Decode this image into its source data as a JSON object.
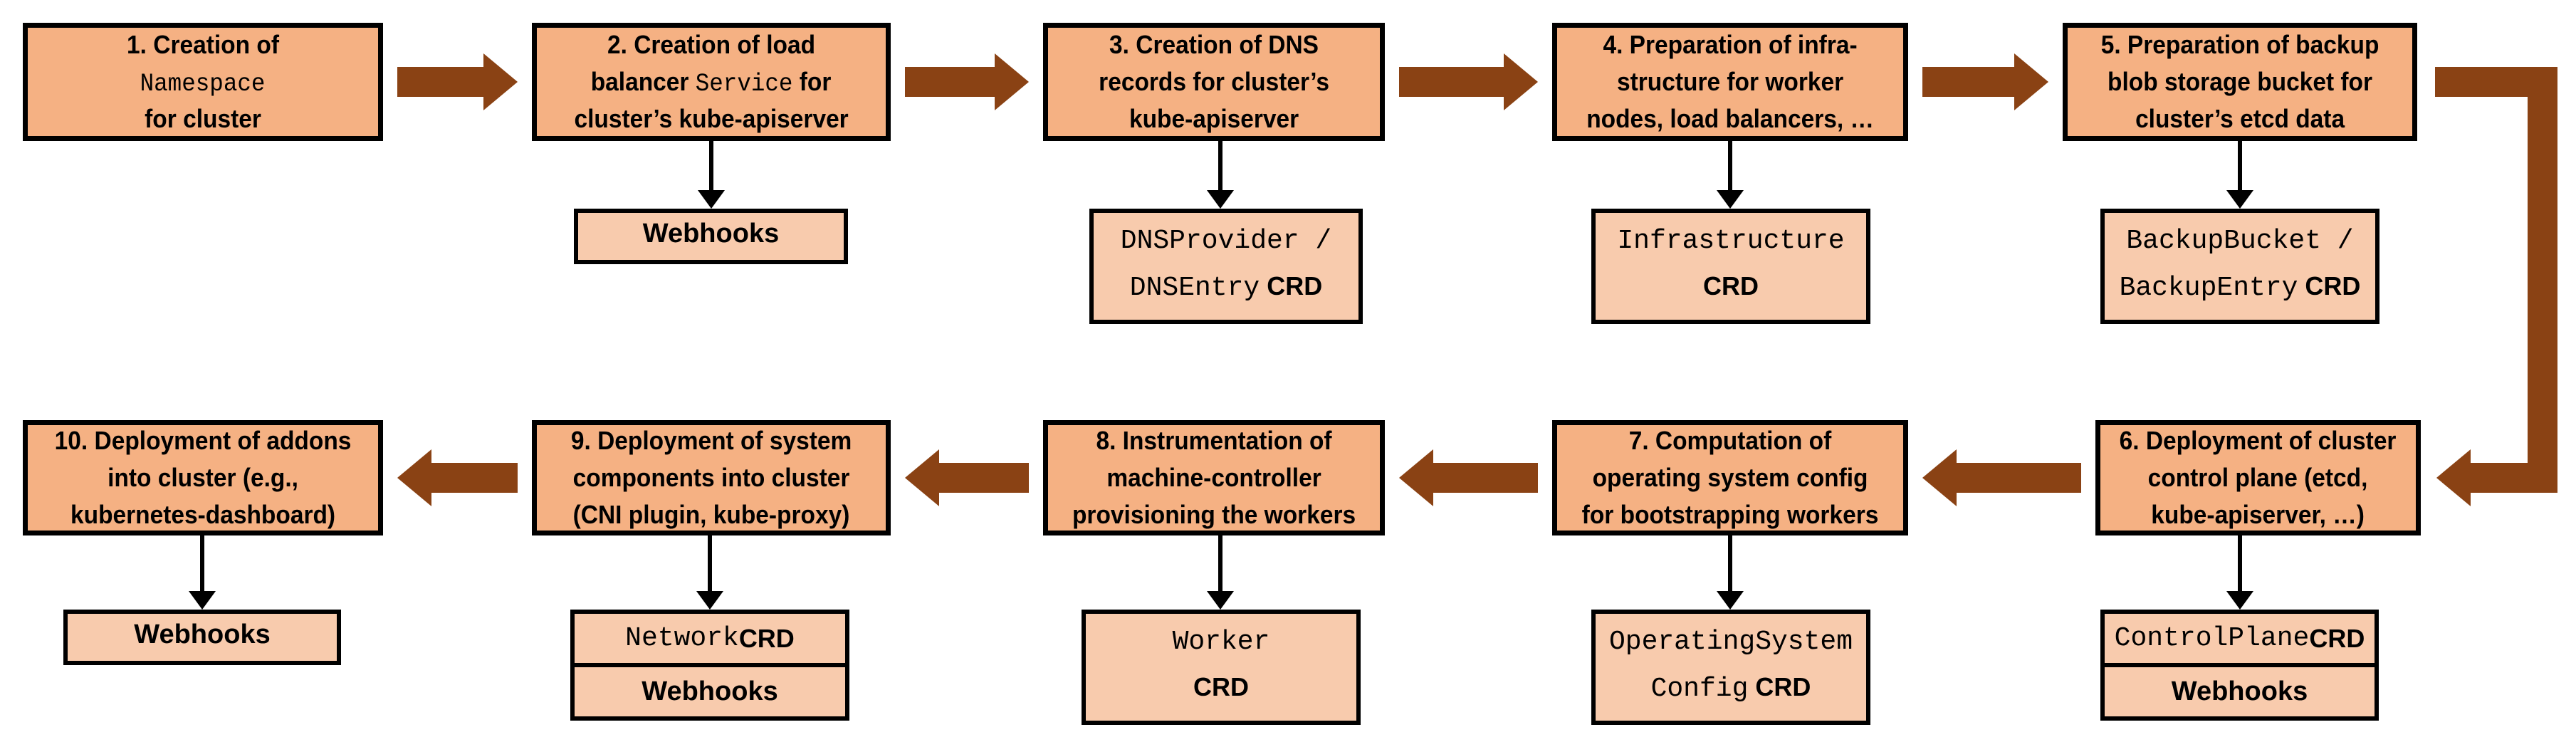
{
  "colors": {
    "box-fill": "#F5B183",
    "sub-fill": "#F8CBAD",
    "arrow": "#8A4214",
    "line": "#000000"
  },
  "steps": [
    {
      "box": {
        "lines": [
          {
            "segs": [
              {
                "f": "sans",
                "text": "1. Creation of"
              }
            ]
          },
          {
            "segs": [
              {
                "f": "mono",
                "text": "Namespace"
              }
            ]
          },
          {
            "segs": [
              {
                "f": "sans",
                "text": "for cluster"
              }
            ]
          }
        ]
      }
    },
    {
      "box": {
        "lines": [
          {
            "segs": [
              {
                "f": "sans",
                "text": "2. Creation of load"
              }
            ]
          },
          {
            "segs": [
              {
                "f": "sans",
                "text": "balancer "
              },
              {
                "f": "mono",
                "text": "Service"
              },
              {
                "f": "sans",
                "text": " for"
              }
            ]
          },
          {
            "segs": [
              {
                "f": "sans",
                "text": "cluster’s kube-apiserver"
              }
            ]
          }
        ]
      },
      "sub": {
        "cells": [
          {
            "lines": [
              {
                "segs": [
                  {
                    "f": "bold",
                    "text": "Webhooks"
                  }
                ]
              }
            ]
          }
        ]
      }
    },
    {
      "box": {
        "lines": [
          {
            "segs": [
              {
                "f": "sans",
                "text": "3. Creation of DNS"
              }
            ]
          },
          {
            "segs": [
              {
                "f": "sans",
                "text": "records for cluster’s"
              }
            ]
          },
          {
            "segs": [
              {
                "f": "sans",
                "text": "kube-apiserver"
              }
            ]
          }
        ]
      },
      "sub": {
        "cells": [
          {
            "lines": [
              {
                "segs": [
                  {
                    "f": "mono",
                    "text": "DNSProvider /"
                  }
                ]
              },
              {
                "segs": [
                  {
                    "f": "mono",
                    "text": "DNSEntry"
                  },
                  {
                    "f": "crd-bold",
                    "text": " CRD"
                  }
                ]
              }
            ]
          }
        ]
      }
    },
    {
      "box": {
        "lines": [
          {
            "segs": [
              {
                "f": "sans",
                "text": "4. Preparation of infra-"
              }
            ]
          },
          {
            "segs": [
              {
                "f": "sans",
                "text": "structure for worker"
              }
            ]
          },
          {
            "segs": [
              {
                "f": "sans",
                "text": "nodes, load balancers, …"
              }
            ]
          }
        ]
      },
      "sub": {
        "cells": [
          {
            "lines": [
              {
                "segs": [
                  {
                    "f": "mono",
                    "text": "Infrastructure"
                  }
                ]
              },
              {
                "segs": [
                  {
                    "f": "crd-bold",
                    "text": "CRD"
                  }
                ]
              }
            ]
          }
        ]
      }
    },
    {
      "box": {
        "lines": [
          {
            "segs": [
              {
                "f": "sans",
                "text": "5. Preparation of backup"
              }
            ]
          },
          {
            "segs": [
              {
                "f": "sans",
                "text": "blob storage bucket for"
              }
            ]
          },
          {
            "segs": [
              {
                "f": "sans",
                "text": "cluster’s etcd data"
              }
            ]
          }
        ]
      },
      "sub": {
        "cells": [
          {
            "lines": [
              {
                "segs": [
                  {
                    "f": "mono",
                    "text": "BackupBucket /"
                  }
                ]
              },
              {
                "segs": [
                  {
                    "f": "mono",
                    "text": "BackupEntry"
                  },
                  {
                    "f": "crd-bold",
                    "text": " CRD"
                  }
                ]
              }
            ]
          }
        ]
      }
    },
    {
      "box": {
        "lines": [
          {
            "segs": [
              {
                "f": "sans",
                "text": "6. Deployment of cluster"
              }
            ]
          },
          {
            "segs": [
              {
                "f": "sans",
                "text": "control plane (etcd,"
              }
            ]
          },
          {
            "segs": [
              {
                "f": "sans",
                "text": "kube-apiserver, …)"
              }
            ]
          }
        ]
      },
      "sub": {
        "cells": [
          {
            "lines": [
              {
                "segs": [
                  {
                    "f": "mono",
                    "text": "ControlPlane"
                  },
                  {
                    "f": "crd-bold",
                    "text": " CRD"
                  }
                ]
              }
            ]
          },
          {
            "lines": [
              {
                "segs": [
                  {
                    "f": "bold",
                    "text": "Webhooks"
                  }
                ]
              }
            ]
          }
        ]
      }
    },
    {
      "box": {
        "lines": [
          {
            "segs": [
              {
                "f": "sans",
                "text": "7. Computation of"
              }
            ]
          },
          {
            "segs": [
              {
                "f": "sans",
                "text": "operating system config"
              }
            ]
          },
          {
            "segs": [
              {
                "f": "sans",
                "text": "for bootstrapping workers"
              }
            ]
          }
        ]
      },
      "sub": {
        "cells": [
          {
            "lines": [
              {
                "segs": [
                  {
                    "f": "mono",
                    "text": "OperatingSystem"
                  }
                ]
              },
              {
                "segs": [
                  {
                    "f": "mono",
                    "text": "Config"
                  },
                  {
                    "f": "crd-bold",
                    "text": " CRD"
                  }
                ]
              }
            ]
          }
        ]
      }
    },
    {
      "box": {
        "lines": [
          {
            "segs": [
              {
                "f": "sans",
                "text": "8. Instrumentation of"
              }
            ]
          },
          {
            "segs": [
              {
                "f": "sans",
                "text": "machine-controller"
              }
            ]
          },
          {
            "segs": [
              {
                "f": "sans",
                "text": "provisioning the workers"
              }
            ]
          }
        ]
      },
      "sub": {
        "cells": [
          {
            "lines": [
              {
                "segs": [
                  {
                    "f": "mono",
                    "text": "Worker"
                  }
                ]
              },
              {
                "segs": [
                  {
                    "f": "crd-bold",
                    "text": "CRD"
                  }
                ]
              }
            ]
          }
        ]
      }
    },
    {
      "box": {
        "lines": [
          {
            "segs": [
              {
                "f": "sans",
                "text": "9. Deployment of system"
              }
            ]
          },
          {
            "segs": [
              {
                "f": "sans",
                "text": "components into cluster"
              }
            ]
          },
          {
            "segs": [
              {
                "f": "sans",
                "text": "(CNI plugin, kube-proxy)"
              }
            ]
          }
        ]
      },
      "sub": {
        "cells": [
          {
            "lines": [
              {
                "segs": [
                  {
                    "f": "mono",
                    "text": "Network"
                  },
                  {
                    "f": "crd-bold",
                    "text": " CRD"
                  }
                ]
              }
            ]
          },
          {
            "lines": [
              {
                "segs": [
                  {
                    "f": "bold",
                    "text": "Webhooks"
                  }
                ]
              }
            ]
          }
        ]
      }
    },
    {
      "box": {
        "lines": [
          {
            "segs": [
              {
                "f": "sans",
                "text": "10. Deployment of addons"
              }
            ]
          },
          {
            "segs": [
              {
                "f": "sans",
                "text": "into cluster (e.g.,"
              }
            ]
          },
          {
            "segs": [
              {
                "f": "sans",
                "text": "kubernetes-dashboard)"
              }
            ]
          }
        ]
      },
      "sub": {
        "cells": [
          {
            "lines": [
              {
                "segs": [
                  {
                    "f": "bold",
                    "text": "Webhooks"
                  }
                ]
              }
            ]
          }
        ]
      }
    }
  ]
}
